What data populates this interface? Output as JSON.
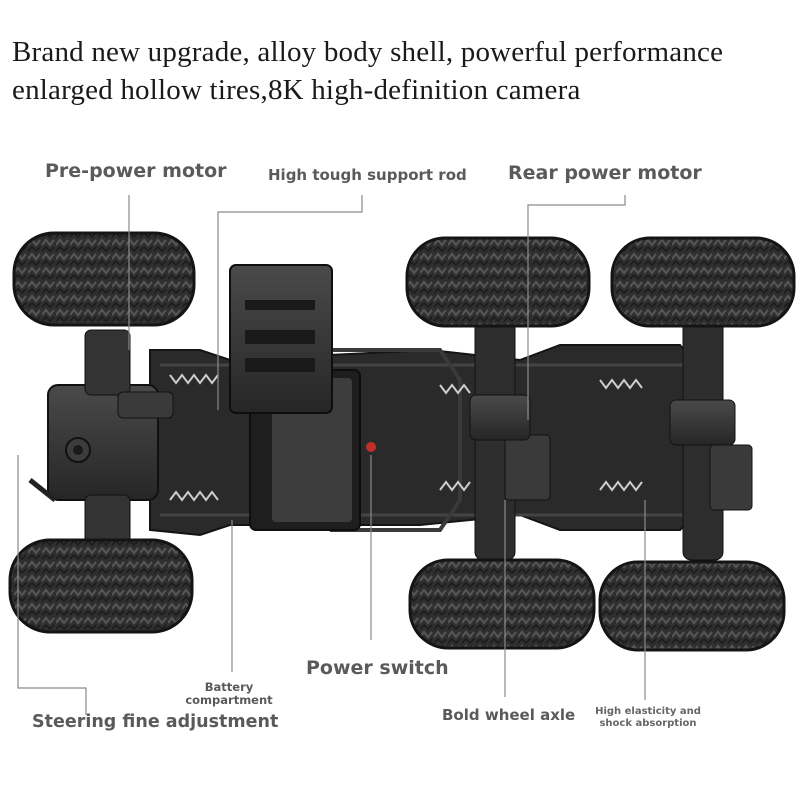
{
  "headline": {
    "line1": "Brand new upgrade, alloy body shell, powerful performance",
    "line2": "enlarged hollow tires,8K high-definition camera"
  },
  "callouts": {
    "pre_power_motor": "Pre-power motor",
    "support_rod": "High tough support rod",
    "rear_power_motor": "Rear power motor",
    "power_switch": "Power switch",
    "battery_line1": "Battery",
    "battery_line2": "compartment",
    "steering": "Steering fine adjustment",
    "wheel_axle": "Bold wheel axle",
    "shock_line1": "High elasticity and",
    "shock_line2": "shock absorption"
  },
  "colors": {
    "background": "#ffffff",
    "label_text": "#5a5a5a",
    "body_dark": "#2b2b2b",
    "leader_line": "#8a8a8a",
    "switch_red": "#c0302a"
  }
}
